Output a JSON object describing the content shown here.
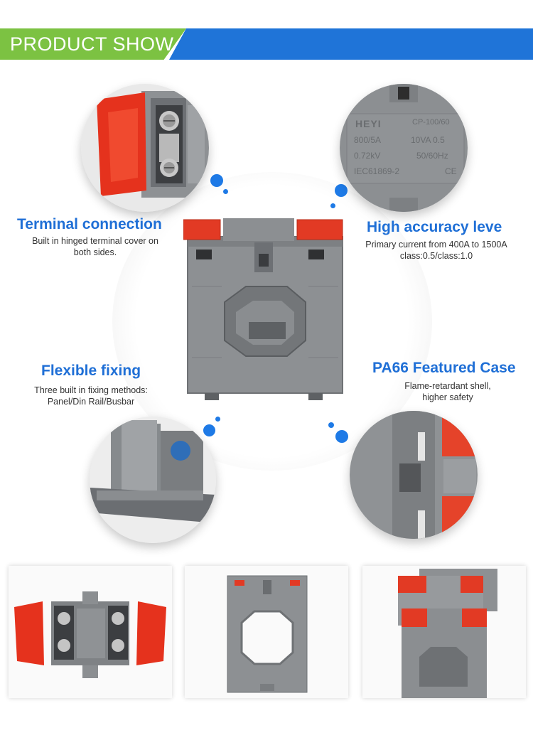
{
  "header": {
    "title": "PRODUCT SHOW"
  },
  "features": [
    {
      "title": "Terminal connection",
      "desc_lines": [
        "Built in hinged terminal cover on",
        "both sides."
      ]
    },
    {
      "title": "High accuracy leve",
      "desc_lines": [
        "Primary current from 400A to 1500A",
        "class:0.5/class:1.0"
      ]
    },
    {
      "title": "Flexible fixing",
      "desc_lines": [
        "Three built in fixing methods:",
        "Panel/Din Rail/Busbar"
      ]
    },
    {
      "title": "PA66 Featured Case",
      "desc_lines": [
        "Flame-retardant shell,",
        "higher safety"
      ]
    }
  ],
  "nameplate": {
    "brand": "HEYI",
    "model": "CP-100/60",
    "ratio": "800/5A",
    "burden": "10VA 0.5",
    "voltage": "0.72kV",
    "freq": "50/60Hz",
    "standard": "IEC61869-2",
    "mark": "CE"
  },
  "colors": {
    "accent_green": "#7cc242",
    "accent_blue": "#1f74d8",
    "title_blue": "#1f6fd6",
    "case_gray": "#8b8e91",
    "cover_red": "#e23a24"
  }
}
